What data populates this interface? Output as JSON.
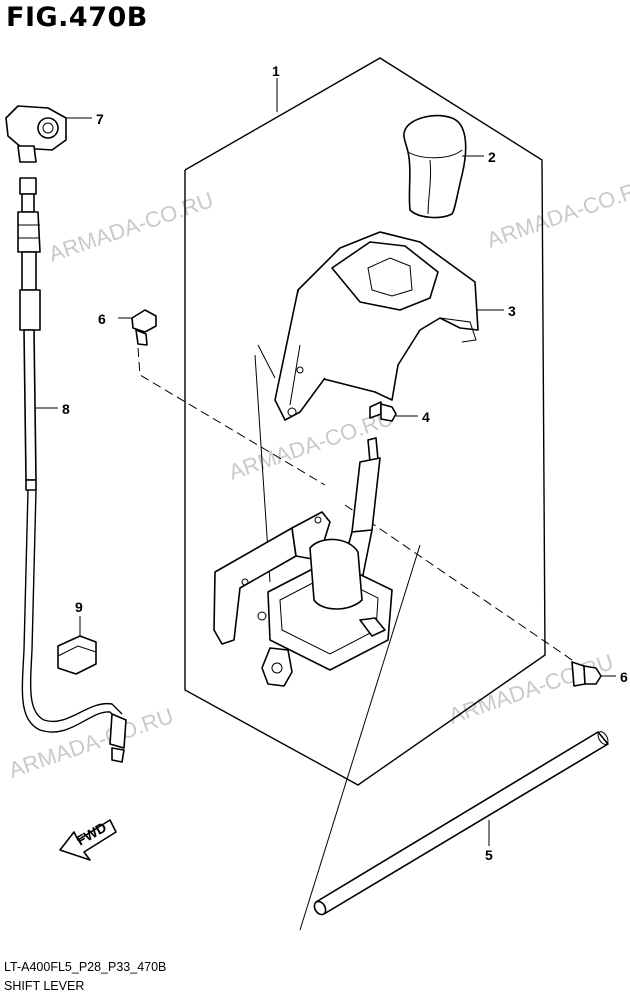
{
  "figure": {
    "title": "FIG.470B",
    "code": "LT-A400FL5_P28_P33_470B",
    "caption": "SHIFT LEVER"
  },
  "watermarks": [
    "ARMADA-CO.RU",
    "ARMADA-CO.RU",
    "ARMADA-CO.RU",
    "ARMADA-CO.RU",
    "ARMADA-CO.RU"
  ],
  "fwd_label": "FWD",
  "callouts": [
    "1",
    "2",
    "3",
    "4",
    "5",
    "6",
    "6",
    "7",
    "8",
    "9"
  ]
}
